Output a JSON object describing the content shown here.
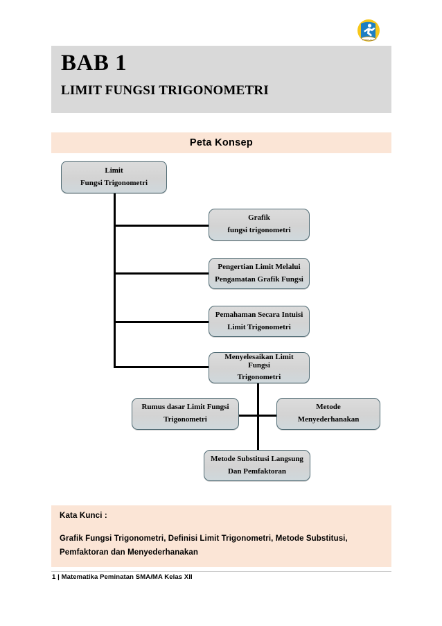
{
  "document": {
    "logo_icon": "running-figure-logo",
    "chapter_number": "BAB 1",
    "chapter_title": "LIMIT FUNGSI TRIGONOMETRI",
    "concept_map_title": "Peta Konsep"
  },
  "colors": {
    "header_band": "#d9d9d9",
    "accent_band": "#fbe5d6",
    "node_fill": "#d3d3d3",
    "node_border": "#4f6a73",
    "connector": "#000000",
    "logo_circle": "#f5c518",
    "logo_flag": "#1d7fc3"
  },
  "flowchart": {
    "nodes": [
      {
        "id": "root",
        "lines": [
          "Limit",
          "Fungsi Trigonometri"
        ]
      },
      {
        "id": "grafik",
        "lines": [
          "Grafik",
          "fungsi trigonometri"
        ]
      },
      {
        "id": "pengertian",
        "lines": [
          "Pengertian Limit Melalui",
          "Pengamatan Grafik Fungsi"
        ]
      },
      {
        "id": "pemahaman",
        "lines": [
          "Pemahaman Secara Intuisi",
          "Limit Trigonometri"
        ]
      },
      {
        "id": "menyelesaikan",
        "lines": [
          "Menyelesaikan Limit Fungsi",
          "Trigonometri"
        ]
      },
      {
        "id": "rumus",
        "lines": [
          "Rumus dasar Limit Fungsi",
          "Trigonometri"
        ]
      },
      {
        "id": "metode",
        "lines": [
          "Metode",
          "Menyederhanakan"
        ]
      },
      {
        "id": "substitusi",
        "lines": [
          "Metode Substitusi Langsung",
          "Dan Pemfaktoran"
        ]
      }
    ]
  },
  "keywords": {
    "label": "Kata Kunci :",
    "text": "Grafik Fungsi Trigonometri, Definisi Limit Trigonometri, Metode Substitusi, Pemfaktoran dan Menyederhanakan"
  },
  "footer": {
    "text": "1 | Matematika Peminatan SMA/MA Kelas XII"
  }
}
